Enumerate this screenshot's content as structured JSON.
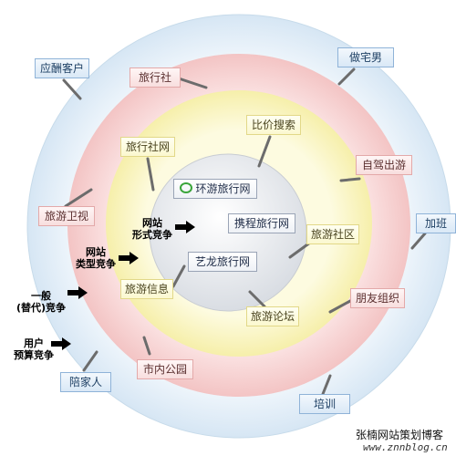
{
  "outer_ring": {
    "ying_chou_ke_hu": "应酬客户",
    "zuo_zhai_nan": "做宅男",
    "jia_ban": "加班",
    "pei_jia_ren": "陪家人",
    "pei_xun": "培训"
  },
  "pink_ring": {
    "lv_xing_she": "旅行社",
    "zi_jia_chu_you": "自驾出游",
    "lv_you_wei_shi": "旅游卫视",
    "peng_you_zu_zhi": "朋友组织",
    "shi_nei_gong_yuan": "市内公园"
  },
  "yellow_ring": {
    "lv_xing_she_wang": "旅行社网",
    "bi_jia_sou_suo": "比价搜索",
    "lv_you_she_qu": "旅游社区",
    "lv_you_xin_xi": "旅游信息",
    "lv_you_lun_tan": "旅游论坛"
  },
  "core": {
    "huan_you": "环游旅行网",
    "xie_cheng": "携程旅行网",
    "yi_long": "艺龙旅行网"
  },
  "competition_levels": {
    "level1_line1": "网站",
    "level1_line2": "形式竞争",
    "level2_line1": "网站",
    "level2_line2": "类型竞争",
    "level3_line1": "一般",
    "level3_line2": "(替代)竞争",
    "level4_line1": "用户",
    "level4_line2": "预算竞争"
  },
  "watermark": {
    "title": "张楠网站策划博客",
    "url": "www.znnblog.cn"
  },
  "colors": {
    "outer_ring": "#dcebf6",
    "pink_ring": "#f8d3d3",
    "yellow_ring": "#fbf6c8",
    "core": "#e9ebee",
    "connector": "#6c6c6c"
  }
}
